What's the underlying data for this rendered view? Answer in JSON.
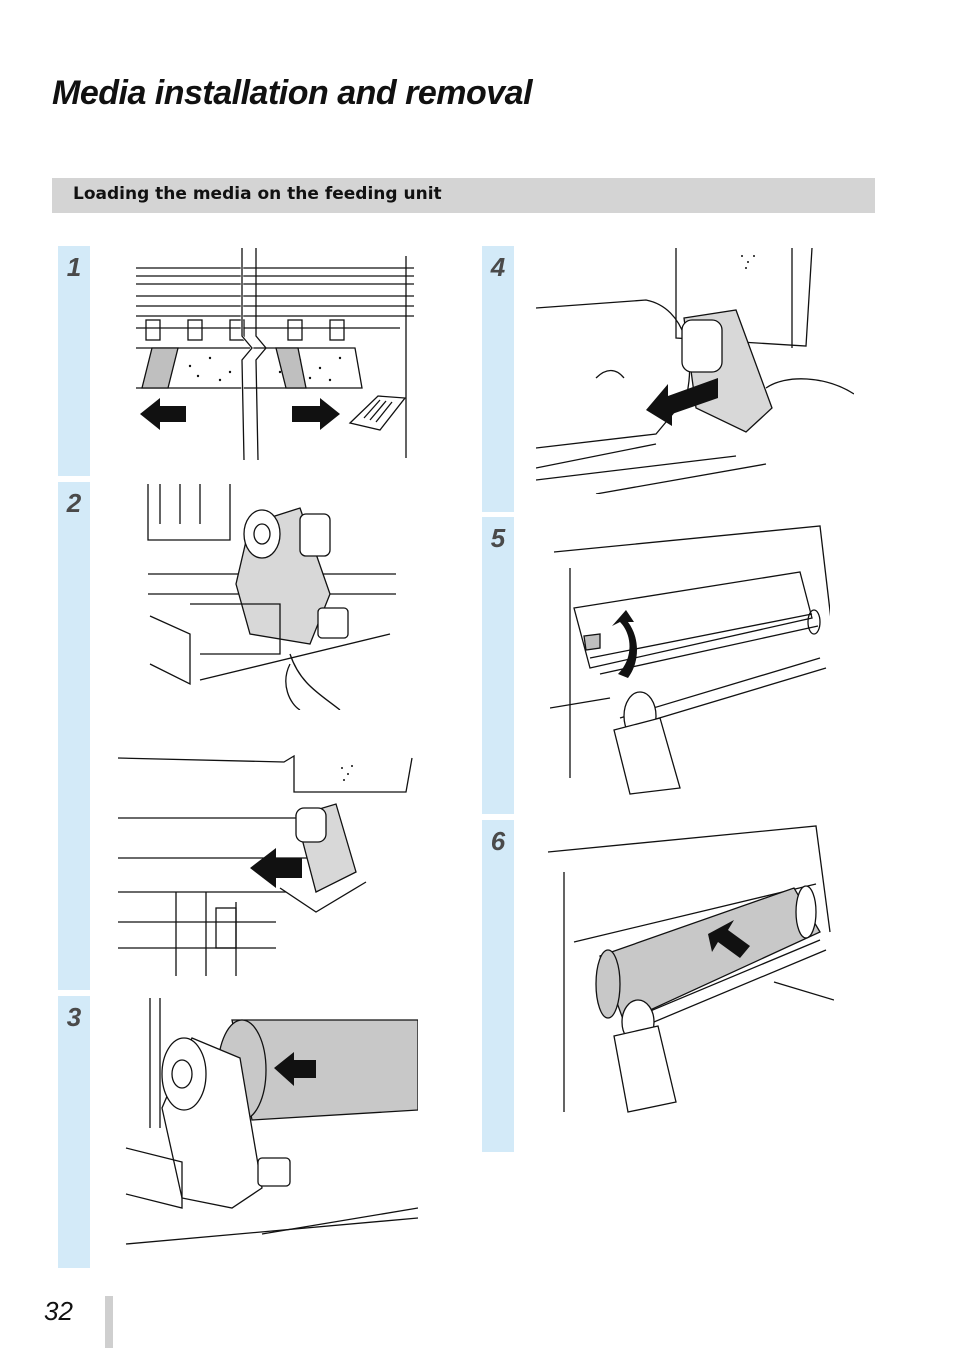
{
  "page": {
    "title": "Media installation and removal",
    "section_title": "Loading the media on the feeding unit",
    "page_number": "32"
  },
  "steps": [
    {
      "number": "1"
    },
    {
      "number": "2"
    },
    {
      "number": "3"
    },
    {
      "number": "4"
    },
    {
      "number": "5"
    },
    {
      "number": "6"
    }
  ],
  "colors": {
    "step_strip": "#d3eaf8",
    "section_bar": "#d4d4d4",
    "media_gray": "#c8c8c8"
  }
}
